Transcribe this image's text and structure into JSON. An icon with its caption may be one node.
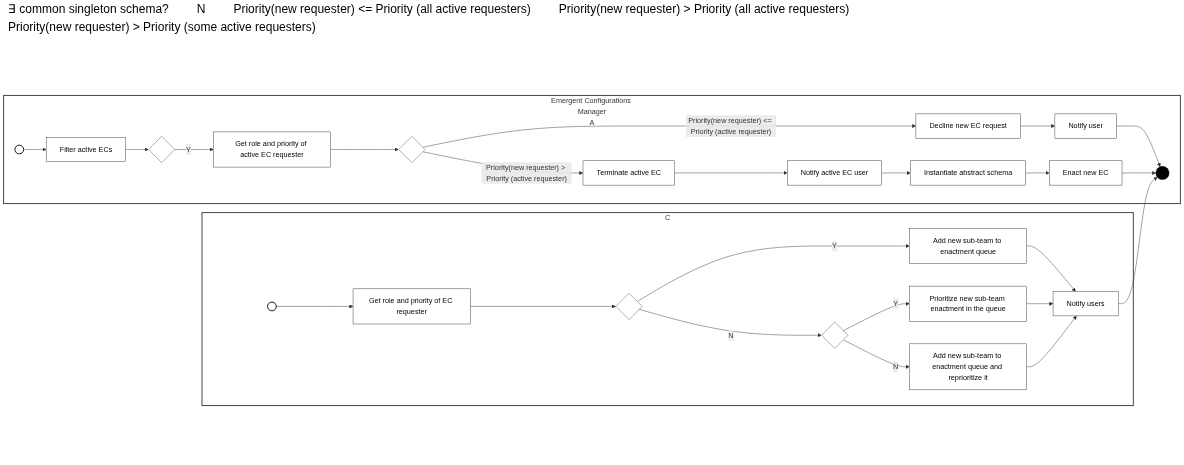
{
  "diagram": {
    "nodes": [
      {
        "text": [
          "Emergent Configurations Manager",
          "A"
        ]
      },
      {
        "text": [],
        "shape": "circle",
        "in": 0
      },
      {
        "text": [
          "Filter active ECs"
        ],
        "in": 0
      },
      {
        "text": [],
        "shape": "diamond",
        "in": 0
      },
      {
        "text": [
          "Get role and priority of active EC requester"
        ],
        "in": 0
      },
      {
        "text": [],
        "shape": "diamond",
        "in": 0
      },
      {
        "text": [
          "Terminate active EC"
        ],
        "in": 0
      },
      {
        "text": [
          "Notify active EC user"
        ],
        "in": 0
      },
      {
        "text": [
          "Instantiate abstract schema"
        ],
        "in": 0
      },
      {
        "text": [
          "Enact new EC"
        ],
        "in": 0
      },
      {
        "text": [
          "Decline new EC request"
        ],
        "in": 0
      },
      {
        "text": [
          "Notify user"
        ],
        "in": 0
      },
      {
        "text": [],
        "shape": "circle",
        "in": 0
      },
      {
        "text": [
          "C"
        ]
      },
      {
        "text": [],
        "shape": "circle",
        "in": 13
      },
      {
        "text": [
          "Get role and priority of EC requester"
        ],
        "in": 13
      },
      {
        "text": [],
        "shape": "diamond",
        "in": 13
      },
      {
        "text": [
          "Add new sub-team to enactment queue"
        ],
        "in": 13
      },
      {
        "text": [
          "Notify users"
        ],
        "in": 13
      },
      {
        "text": [],
        "shape": "diamond",
        "in": 13
      },
      {
        "text": [
          "Prioritize new sub-team enactment in the queue"
        ],
        "in": 13
      },
      {
        "text": [
          "Add new sub-team to enactment queue and reprioritize it"
        ],
        "in": 13
      }
    ],
    "edges": [
      {
        "from": 1,
        "to": 2,
        "arrow": "to"
      },
      {
        "from": 2,
        "to": 3,
        "arrow": "to"
      },
      {
        "from": 3,
        "to": 4,
        "arrow": "to",
        "label": "Y"
      },
      {
        "from": 4,
        "to": 5,
        "arrow": "to"
      },
      {
        "from": 5,
        "to": 6,
        "arrow": "to",
        "label": "Priority(new requester) > Priority (active requester)"
      },
      {
        "from": 6,
        "to": 7,
        "arrow": "to"
      },
      {
        "from": 7,
        "to": 8,
        "arrow": "to"
      },
      {
        "from": 8,
        "to": 9,
        "arrow": "to"
      },
      {
        "from": 5,
        "to": 10,
        "arrow": "to",
        "label": "Priority(new requester) <= Priority (active requester)"
      },
      {
        "from": 10,
        "to": 11,
        "arrow": "to"
      },
      {
        "from": 11,
        "to": 12,
        "arrow": "to"
      },
      {
        "from": 9,
        "to": 12,
        "arrow": "to"
      },
      {
        "from": 14,
        "to": 15,
        "arrow": "to"
      },
      {
        "from": 15,
        "to": 16,
        "arrow": "to"
      },
      {
        "from": 16,
        "to": 17,
        "arrow": "to",
        "label": "Y"
      },
      {
        "from": 16,
        "to": 19,
        "arrow": "to",
        "label": "N"
      },
      {
        "from": 17,
        "to": 18,
        "arrow": "to"
      },
      {
        "from": 18,
        "to": 12,
        "arrow": "to"
      },
      {
        "from": 19,
        "to": 20,
        "arrow": "to",
        "label": "Y"
      },
      {
        "from": 19,
        "to": 21,
        "arrow": "to",
        "label": "N"
      },
      {
        "from": 20,
        "to": 18,
        "arrow": "to"
      },
      {
        "from": 21,
        "to": 18,
        "arrow": "to"
      }
    ],
    "labels": [
      "∃ common singleton schema?",
      "N",
      "Priority(new requester) <= Priority (all active requesters)",
      "Priority(new requester) > Priority (all active requesters)",
      "Priority(new requester) > Priority (some active requesters)"
    ]
  }
}
